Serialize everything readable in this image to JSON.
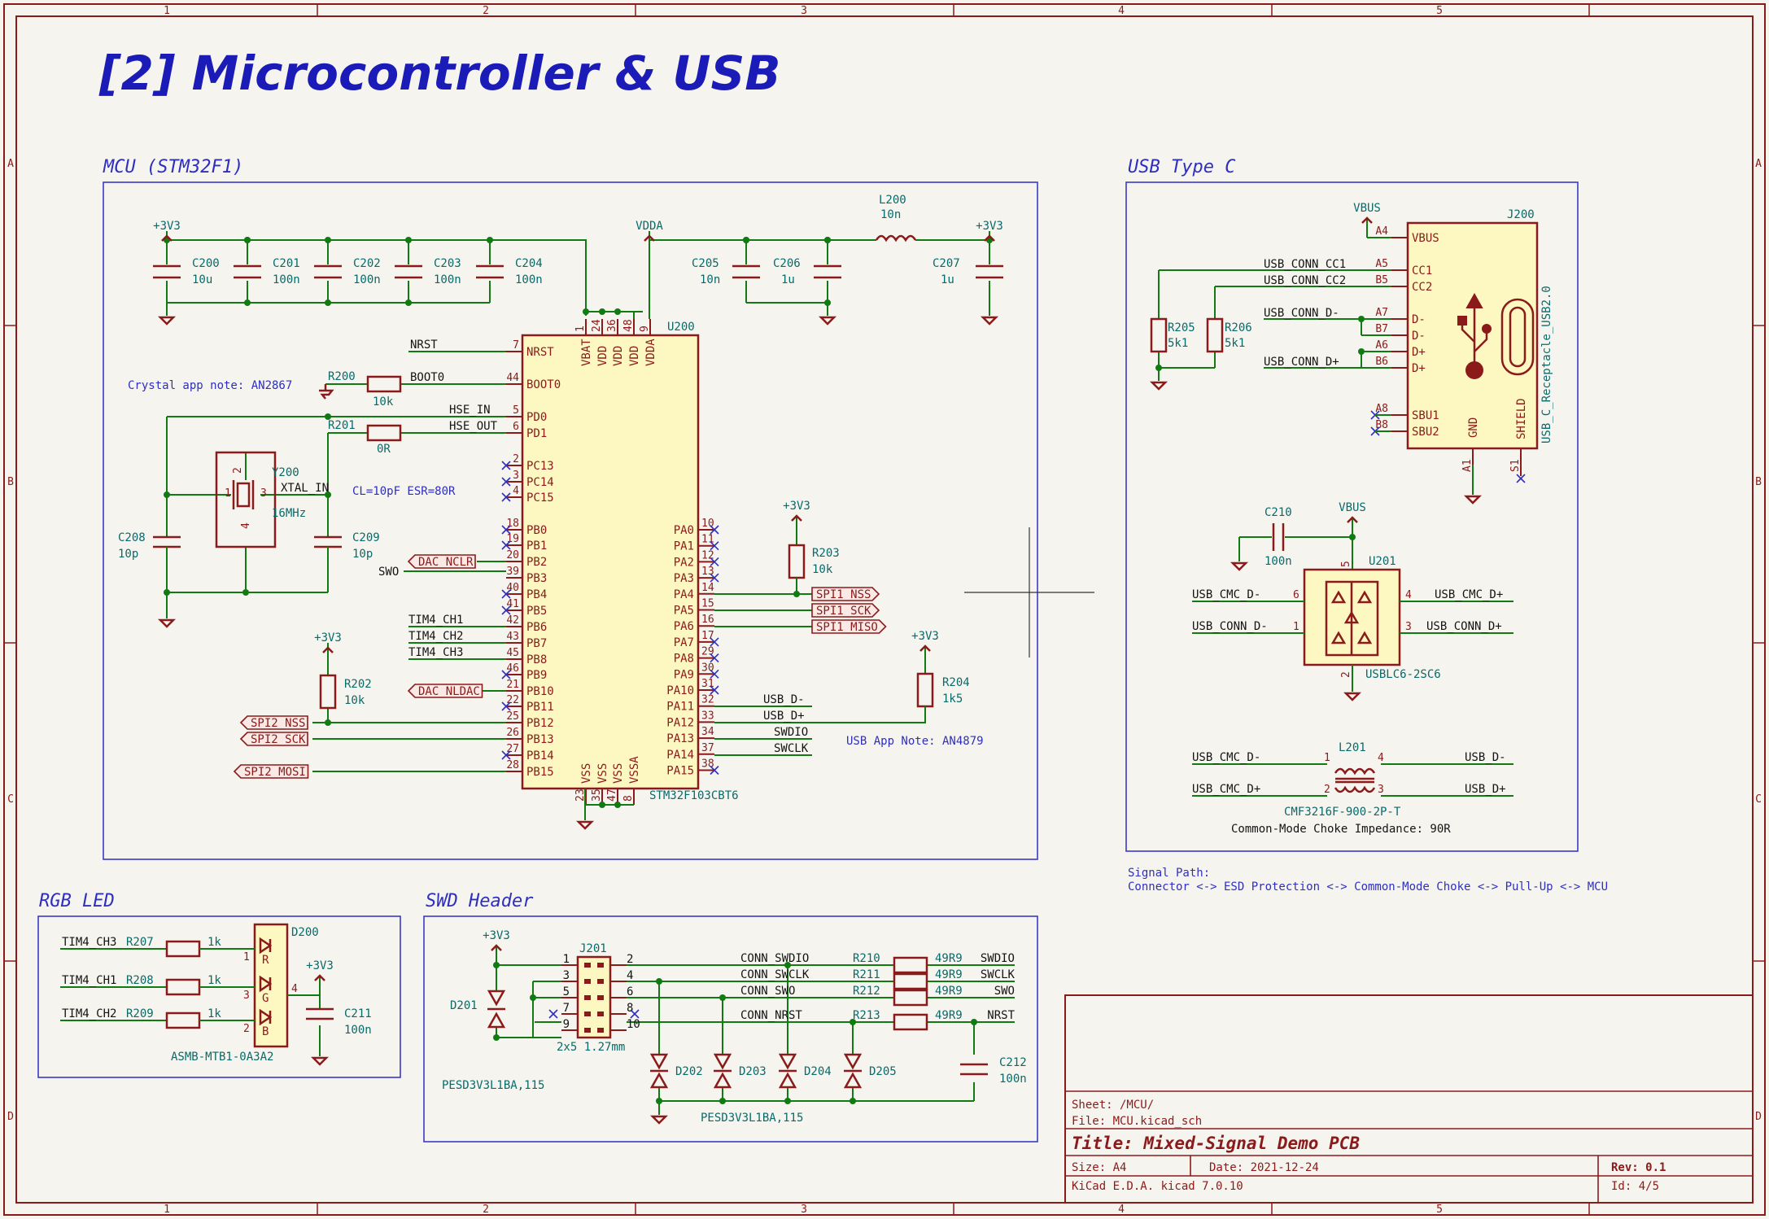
{
  "page_title": "[2] Microcontroller & USB",
  "border": {
    "columns": [
      "1",
      "2",
      "3",
      "4",
      "5"
    ],
    "rows": [
      "A",
      "B",
      "C",
      "D"
    ]
  },
  "sections": {
    "mcu": "MCU (STM32F1)",
    "usb": "USB Type C",
    "rgb": "RGB LED",
    "swd": "SWD Header"
  },
  "notes": {
    "crystal": "Crystal app note: AN2867",
    "crystal_cl": "CL=10pF ESR=80R",
    "usb_app": "USB App Note: AN4879",
    "signal_path_1": "Signal Path:",
    "signal_path_2": "Connector <-> ESD Protection <-> Common-Mode Choke <-> Pull-Up <-> MCU",
    "choke": "Common-Mode Choke Impedance: 90R"
  },
  "power": {
    "p3v3": "+3V3",
    "vdda": "VDDA",
    "vbus": "VBUS"
  },
  "mcu": {
    "ref": "U200",
    "value": "STM32F103CBT6",
    "left_pins": [
      {
        "n": "7",
        "name": "NRST"
      },
      {
        "n": "44",
        "name": "BOOT0"
      },
      {
        "n": "5",
        "name": "PD0"
      },
      {
        "n": "6",
        "name": "PD1"
      },
      {
        "n": "2",
        "name": "PC13"
      },
      {
        "n": "3",
        "name": "PC14"
      },
      {
        "n": "4",
        "name": "PC15"
      },
      {
        "n": "18",
        "name": "PB0"
      },
      {
        "n": "19",
        "name": "PB1"
      },
      {
        "n": "20",
        "name": "PB2"
      },
      {
        "n": "39",
        "name": "PB3"
      },
      {
        "n": "40",
        "name": "PB4"
      },
      {
        "n": "41",
        "name": "PB5"
      },
      {
        "n": "42",
        "name": "PB6"
      },
      {
        "n": "43",
        "name": "PB7"
      },
      {
        "n": "45",
        "name": "PB8"
      },
      {
        "n": "46",
        "name": "PB9"
      },
      {
        "n": "21",
        "name": "PB10"
      },
      {
        "n": "22",
        "name": "PB11"
      },
      {
        "n": "25",
        "name": "PB12"
      },
      {
        "n": "26",
        "name": "PB13"
      },
      {
        "n": "27",
        "name": "PB14"
      },
      {
        "n": "28",
        "name": "PB15"
      }
    ],
    "right_pins": [
      {
        "n": "10",
        "name": "PA0"
      },
      {
        "n": "11",
        "name": "PA1"
      },
      {
        "n": "12",
        "name": "PA2"
      },
      {
        "n": "13",
        "name": "PA3"
      },
      {
        "n": "14",
        "name": "PA4"
      },
      {
        "n": "15",
        "name": "PA5"
      },
      {
        "n": "16",
        "name": "PA6"
      },
      {
        "n": "17",
        "name": "PA7"
      },
      {
        "n": "29",
        "name": "PA8"
      },
      {
        "n": "30",
        "name": "PA9"
      },
      {
        "n": "31",
        "name": "PA10"
      },
      {
        "n": "32",
        "name": "PA11"
      },
      {
        "n": "33",
        "name": "PA12"
      },
      {
        "n": "34",
        "name": "PA13"
      },
      {
        "n": "37",
        "name": "PA14"
      },
      {
        "n": "38",
        "name": "PA15"
      }
    ],
    "top_pins": [
      {
        "n": "1",
        "name": "VBAT"
      },
      {
        "n": "24",
        "name": "VDD"
      },
      {
        "n": "36",
        "name": "VDD"
      },
      {
        "n": "48",
        "name": "VDD"
      },
      {
        "n": "9",
        "name": "VDDA"
      }
    ],
    "bottom_pins": [
      {
        "n": "23",
        "name": "VSS"
      },
      {
        "n": "35",
        "name": "VSS"
      },
      {
        "n": "47",
        "name": "VSS"
      },
      {
        "n": "8",
        "name": "VSSA"
      }
    ]
  },
  "mcu_nets": {
    "nrst": "NRST",
    "boot0": "BOOT0",
    "hse_in": "HSE_IN",
    "hse_out": "HSE_OUT",
    "xtal_in": "XTAL_IN",
    "swo": "SWO",
    "tim4_ch1": "TIM4_CH1",
    "tim4_ch2": "TIM4_CH2",
    "tim4_ch3": "TIM4_CH3",
    "usb_dm": "USB_D-",
    "usb_dp": "USB_D+",
    "swdio": "SWDIO",
    "swclk": "SWCLK"
  },
  "global_labels": {
    "dac_nclr": "DAC_NCLR",
    "dac_nldac": "DAC_NLDAC",
    "spi2_nss": "SPI2_NSS",
    "spi2_sck": "SPI2_SCK",
    "spi2_mosi": "SPI2_MOSI",
    "spi1_nss": "SPI1_NSS",
    "spi1_sck": "SPI1_SCK",
    "spi1_miso": "SPI1_MISO"
  },
  "caps_top": [
    {
      "ref": "C200",
      "val": "10u"
    },
    {
      "ref": "C201",
      "val": "100n"
    },
    {
      "ref": "C202",
      "val": "100n"
    },
    {
      "ref": "C203",
      "val": "100n"
    },
    {
      "ref": "C204",
      "val": "100n"
    },
    {
      "ref": "C205",
      "val": "10n"
    },
    {
      "ref": "C206",
      "val": "1u"
    },
    {
      "ref": "C207",
      "val": "1u"
    }
  ],
  "l200": {
    "ref": "L200",
    "val": "10n"
  },
  "r200": {
    "ref": "R200",
    "val": "10k"
  },
  "r201": {
    "ref": "R201",
    "val": "0R"
  },
  "y200": {
    "ref": "Y200",
    "val": "16MHz"
  },
  "c208": {
    "ref": "C208",
    "val": "10p"
  },
  "c209": {
    "ref": "C209",
    "val": "10p"
  },
  "r202": {
    "ref": "R202",
    "val": "10k"
  },
  "r203": {
    "ref": "R203",
    "val": "10k"
  },
  "r204": {
    "ref": "R204",
    "val": "1k5"
  },
  "usb": {
    "ref": "J200",
    "value": "USB_C_Receptacle_USB2.0",
    "left_pins": [
      {
        "n": "A4",
        "name": "VBUS"
      },
      {
        "n": "A5",
        "name": "CC1"
      },
      {
        "n": "B5",
        "name": "CC2"
      },
      {
        "n": "A7",
        "name": "D-"
      },
      {
        "n": "B7",
        "name": "D-"
      },
      {
        "n": "A6",
        "name": "D+"
      },
      {
        "n": "B6",
        "name": "D+"
      },
      {
        "n": "A8",
        "name": "SBU1"
      },
      {
        "n": "B8",
        "name": "SBU2"
      }
    ],
    "gnd_pin": {
      "n": "A1",
      "name": "GND"
    },
    "shield_pin": {
      "n": "S1",
      "name": "SHIELD"
    },
    "nets": {
      "cc1": "USB_CONN_CC1",
      "cc2": "USB_CONN_CC2",
      "dm": "USB_CONN_D-",
      "dp": "USB_CONN_D+"
    }
  },
  "r205": {
    "ref": "R205",
    "val": "5k1"
  },
  "r206": {
    "ref": "R206",
    "val": "5k1"
  },
  "c210": {
    "ref": "C210",
    "val": "100n"
  },
  "u201": {
    "ref": "U201",
    "val": "USBLC6-2SC6",
    "pins": [
      "1",
      "2",
      "3",
      "4",
      "5",
      "6"
    ],
    "nets": {
      "cmc_dm": "USB_CMC_D-",
      "cmc_dp": "USB_CMC_D+",
      "conn_dm": "USB_CONN_D-",
      "conn_dp": "USB_CONN_D+"
    }
  },
  "l201": {
    "ref": "L201",
    "val": "CMF3216F-900-2P-T",
    "pins": [
      "1",
      "2",
      "3",
      "4"
    ],
    "nets": {
      "cmc_dm": "USB_CMC_D-",
      "cmc_dp": "USB_CMC_D+",
      "dm": "USB_D-",
      "dp": "USB_D+"
    }
  },
  "rgb": {
    "ref": "D200",
    "val": "ASMB-MTB1-0A3A2",
    "pins": [
      "1",
      "2",
      "3",
      "4"
    ],
    "letters": [
      "R",
      "G",
      "B"
    ],
    "rows": [
      {
        "net": "TIM4_CH3",
        "ref": "R207",
        "val": "1k"
      },
      {
        "net": "TIM4_CH1",
        "ref": "R208",
        "val": "1k"
      },
      {
        "net": "TIM4_CH2",
        "ref": "R209",
        "val": "1k"
      }
    ],
    "c211": {
      "ref": "C211",
      "val": "100n"
    }
  },
  "swd": {
    "j201": {
      "ref": "J201",
      "val": "2x5 1.27mm"
    },
    "pins_left": [
      "1",
      "3",
      "5",
      "7",
      "9"
    ],
    "pins_right": [
      "2",
      "4",
      "6",
      "8",
      "10"
    ],
    "d201": {
      "ref": "D201",
      "val": "PESD3V3L1BA,115"
    },
    "diodes": [
      "D202",
      "D203",
      "D204",
      "D205"
    ],
    "diode_val": "PESD3V3L1BA,115",
    "rows": [
      {
        "net": "CONN_SWDIO",
        "ref": "R210",
        "val": "49R9",
        "out": "SWDIO"
      },
      {
        "net": "CONN_SWCLK",
        "ref": "R211",
        "val": "49R9",
        "out": "SWCLK"
      },
      {
        "net": "CONN_SWO",
        "ref": "R212",
        "val": "49R9",
        "out": "SWO"
      },
      {
        "net": "CONN_NRST",
        "ref": "R213",
        "val": "49R9",
        "out": "NRST"
      }
    ],
    "c212": {
      "ref": "C212",
      "val": "100n"
    }
  },
  "titleblock": {
    "sheet": "Sheet: /MCU/",
    "file": "File: MCU.kicad_sch",
    "title": "Title: Mixed-Signal Demo PCB",
    "size": "Size: A4",
    "date": "Date: 2021-12-24",
    "rev": "Rev: 0.1",
    "tool": "KiCad E.D.A.  kicad 7.0.10",
    "id": "Id: 4/5"
  }
}
